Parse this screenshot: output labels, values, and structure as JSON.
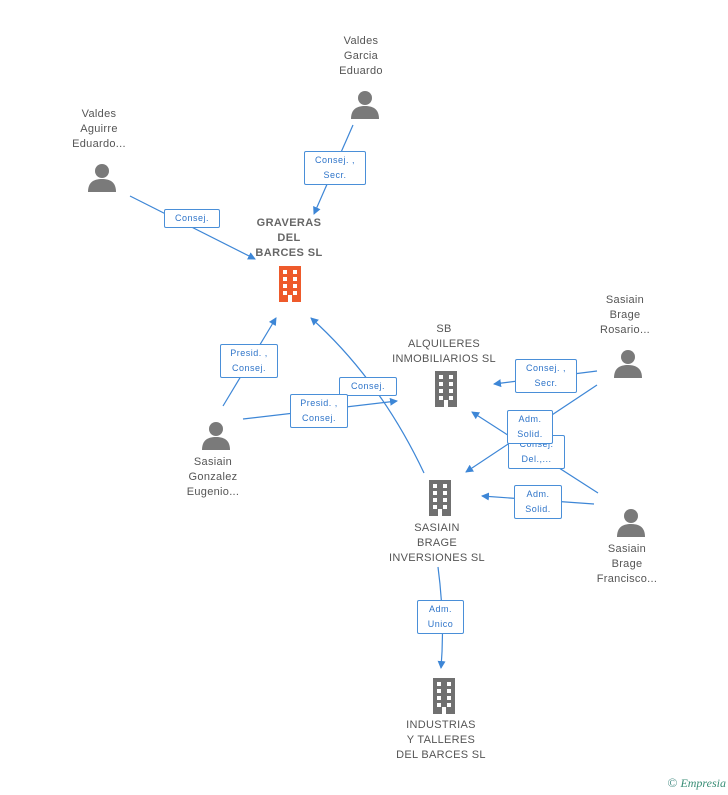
{
  "colors": {
    "edge": "#3d86d6",
    "person": "#7a7a7a",
    "company": "#707070",
    "focus": "#ee5a2b"
  },
  "nodes": {
    "graveras": {
      "lines": [
        "GRAVERAS",
        "DEL",
        "BARCES SL"
      ],
      "icon": "building-icon",
      "focus": true
    },
    "valdes_garcia": {
      "lines": [
        "Valdes",
        "Garcia",
        "Eduardo"
      ],
      "icon": "person-icon"
    },
    "valdes_aguirre": {
      "lines": [
        "Valdes",
        "Aguirre",
        "Eduardo..."
      ],
      "icon": "person-icon"
    },
    "sb": {
      "lines": [
        "SB",
        "ALQUILERES",
        "INMOBILIARIOS SL"
      ],
      "icon": "building-icon"
    },
    "sasiain_rosario": {
      "lines": [
        "Sasiain",
        "Brage",
        "Rosario..."
      ],
      "icon": "person-icon"
    },
    "sasiain_gonzalez": {
      "lines": [
        "Sasiain",
        "Gonzalez",
        "Eugenio..."
      ],
      "icon": "person-icon"
    },
    "sasiain_inversiones": {
      "lines": [
        "SASIAIN",
        "BRAGE",
        "INVERSIONES SL"
      ],
      "icon": "building-icon"
    },
    "sasiain_francisco": {
      "lines": [
        "Sasiain",
        "Brage",
        "Francisco..."
      ],
      "icon": "person-icon"
    },
    "industrias": {
      "lines": [
        "INDUSTRIAS",
        "Y TALLERES",
        "DEL BARCES SL"
      ],
      "icon": "building-icon"
    }
  },
  "roles": {
    "r1": [
      "Consej. ,",
      "Secr."
    ],
    "r2": [
      "Consej."
    ],
    "r3": [
      "Presid. ,",
      "Consej."
    ],
    "r4": [
      "Consej."
    ],
    "r5": [
      "Presid. ,",
      "Consej."
    ],
    "r6": [
      "Consej. ,",
      "Secr."
    ],
    "r7": [
      "Consej.",
      "Del.,..."
    ],
    "r8": [
      "Adm.",
      "Solid."
    ],
    "r9": [
      "Adm.",
      "Solid."
    ],
    "r10": [
      "Adm.",
      "Unico"
    ]
  },
  "footer": {
    "copyright": "©",
    "brand": "Empresia"
  }
}
